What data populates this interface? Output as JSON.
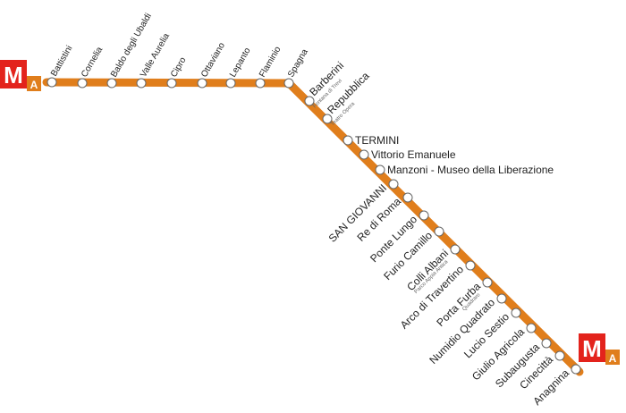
{
  "line": {
    "name": "A",
    "color": "#e07e1c",
    "logo_color": "#e3231c",
    "logo_letter": "M",
    "line_letter": "A"
  },
  "stations": [
    {
      "name": "Battistini"
    },
    {
      "name": "Cornelia"
    },
    {
      "name": "Baldo degli Ubaldi"
    },
    {
      "name": "Valle Aurelia"
    },
    {
      "name": "Cipro"
    },
    {
      "name": "Ottaviano"
    },
    {
      "name": "Lepanto"
    },
    {
      "name": "Flaminio"
    },
    {
      "name": "Spagna"
    },
    {
      "name": "Barberini",
      "sub": "Fontana di Trevi"
    },
    {
      "name": "Repubblica",
      "sub": "Teatro Opera"
    },
    {
      "name": "TERMINI"
    },
    {
      "name": "Vittorio Emanuele"
    },
    {
      "name": "Manzoni - Museo della Liberazione"
    },
    {
      "name": "SAN GIOVANNI"
    },
    {
      "name": "Re di Roma"
    },
    {
      "name": "Ponte Lungo"
    },
    {
      "name": "Furio Camillo"
    },
    {
      "name": "Colli Albani",
      "sub": "Parco Appia Antica"
    },
    {
      "name": "Arco di Travertino"
    },
    {
      "name": "Porta Furba",
      "sub": "Quadraro"
    },
    {
      "name": "Numidio Quadrato"
    },
    {
      "name": "Lucio Sestio"
    },
    {
      "name": "Giulio Agricola"
    },
    {
      "name": "Subaugusta"
    },
    {
      "name": "Cinecittà"
    },
    {
      "name": "Anagnina"
    }
  ]
}
